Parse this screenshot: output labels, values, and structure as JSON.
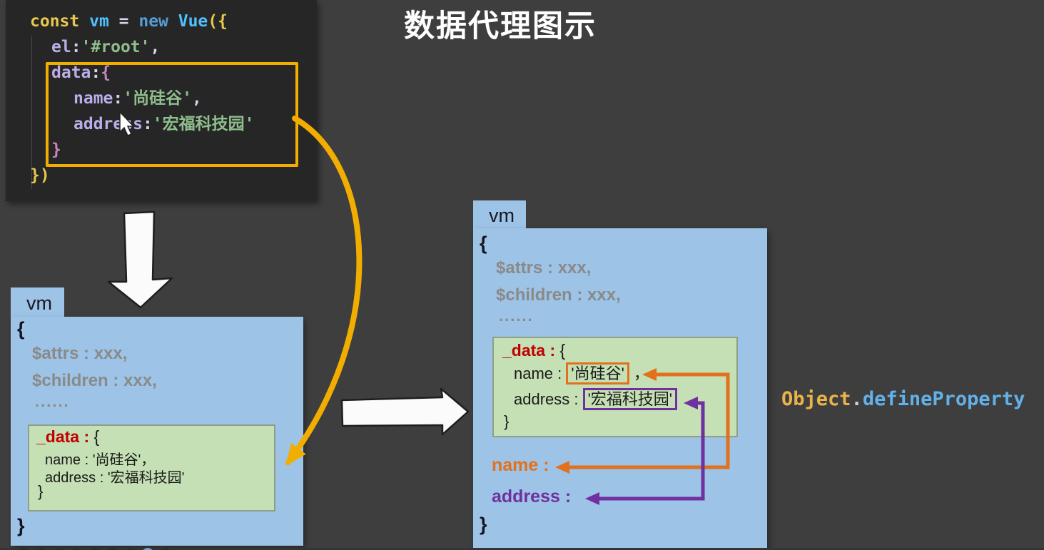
{
  "title": "数据代理图示",
  "code": {
    "line1": {
      "kw_const": "const ",
      "var_vm": "vm ",
      "op_eq": "= ",
      "kw_new": "new ",
      "cls_vue": "Vue",
      "br_open": "({"
    },
    "line2": {
      "key": "el",
      "colon": ":",
      "str": "'#root'",
      "comma": ","
    },
    "line3": {
      "key": "data",
      "colon": ":",
      "br_open": "{"
    },
    "line4": {
      "key": "name",
      "colon": ":",
      "str": "'尚硅谷'",
      "comma": ","
    },
    "line5": {
      "key": "address",
      "colon": ":",
      "str": "'宏福科技园'"
    },
    "line6": {
      "br_close": "}"
    },
    "line7": {
      "br_close": "})"
    }
  },
  "left_vm": {
    "tab": "vm",
    "brace_open": "{",
    "attrs": "$attrs : xxx,",
    "children": "$children : xxx,",
    "dots": "......",
    "data_box": {
      "key": "_data",
      "sep": " : ",
      "brace_open": "{",
      "name_label": "name : ",
      "name_value": "'尚硅谷'",
      "name_comma": "，",
      "address_label": "address : ",
      "address_value": "'宏福科技园'",
      "brace_close": "}"
    },
    "brace_close": "}"
  },
  "right_vm": {
    "tab": "vm",
    "brace_open": "{",
    "attrs": "$attrs : xxx,",
    "children": "$children : xxx,",
    "dots": "......",
    "data_box": {
      "key": "_data",
      "sep": " : ",
      "brace_open": "{",
      "name_label": "name : ",
      "name_value": "'尚硅谷'",
      "name_comma": " ，",
      "address_label": "address : ",
      "address_value": "'宏福科技园'",
      "brace_close": "}"
    },
    "prop_name": "name :",
    "prop_address": "address :",
    "brace_close": "}"
  },
  "define_property": {
    "object": "Object",
    "dot": ".",
    "method": "defineProperty"
  },
  "colors": {
    "highlight_gold": "#f2ae00",
    "accent_orange": "#e2711d",
    "accent_purple": "#7030a0",
    "accent_red": "#c00000",
    "box_blue": "#9dc3e6",
    "box_green": "#c5e0b4",
    "code_keyword": "#e9c84d",
    "code_variable": "#4fc1ff",
    "code_property": "#bcaee8",
    "code_string": "#8fbe8c",
    "define_object": "#e8b44a",
    "define_method": "#63b1e8"
  }
}
